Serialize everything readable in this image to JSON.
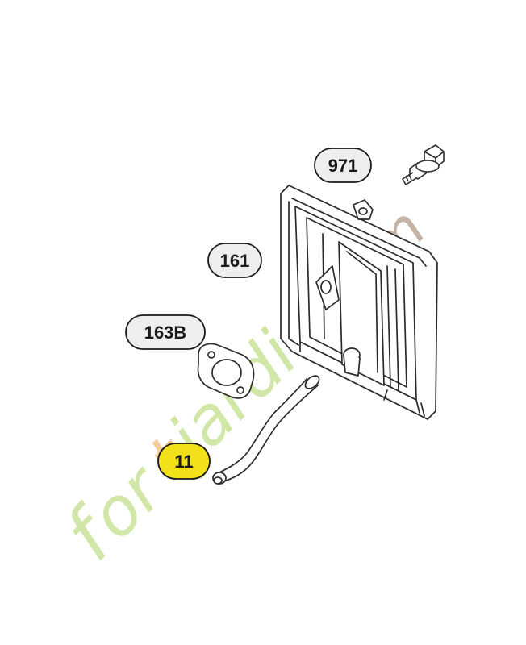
{
  "callouts": {
    "part_971": "971",
    "part_161": "161",
    "part_163b": "163B",
    "part_11": "11"
  },
  "highlighted_part": "11",
  "watermark": {
    "text_orange": "f",
    "text_green_1": "or",
    "text_orange_2": "t",
    "text_green_2": "jardin",
    "text_tail": ".com"
  },
  "colors": {
    "line": "#2b2b2b",
    "callout_fill": "#eeeeee",
    "highlight_fill": "#f2e01a",
    "watermark_green": "#c8e39a",
    "watermark_orange": "#f6c48c",
    "watermark_brown": "#bba797"
  },
  "icons": {
    "bolt": "bolt-icon",
    "muffler": "muffler-icon",
    "gasket": "gasket-icon",
    "exhaust_pipe": "exhaust-pipe-icon"
  }
}
